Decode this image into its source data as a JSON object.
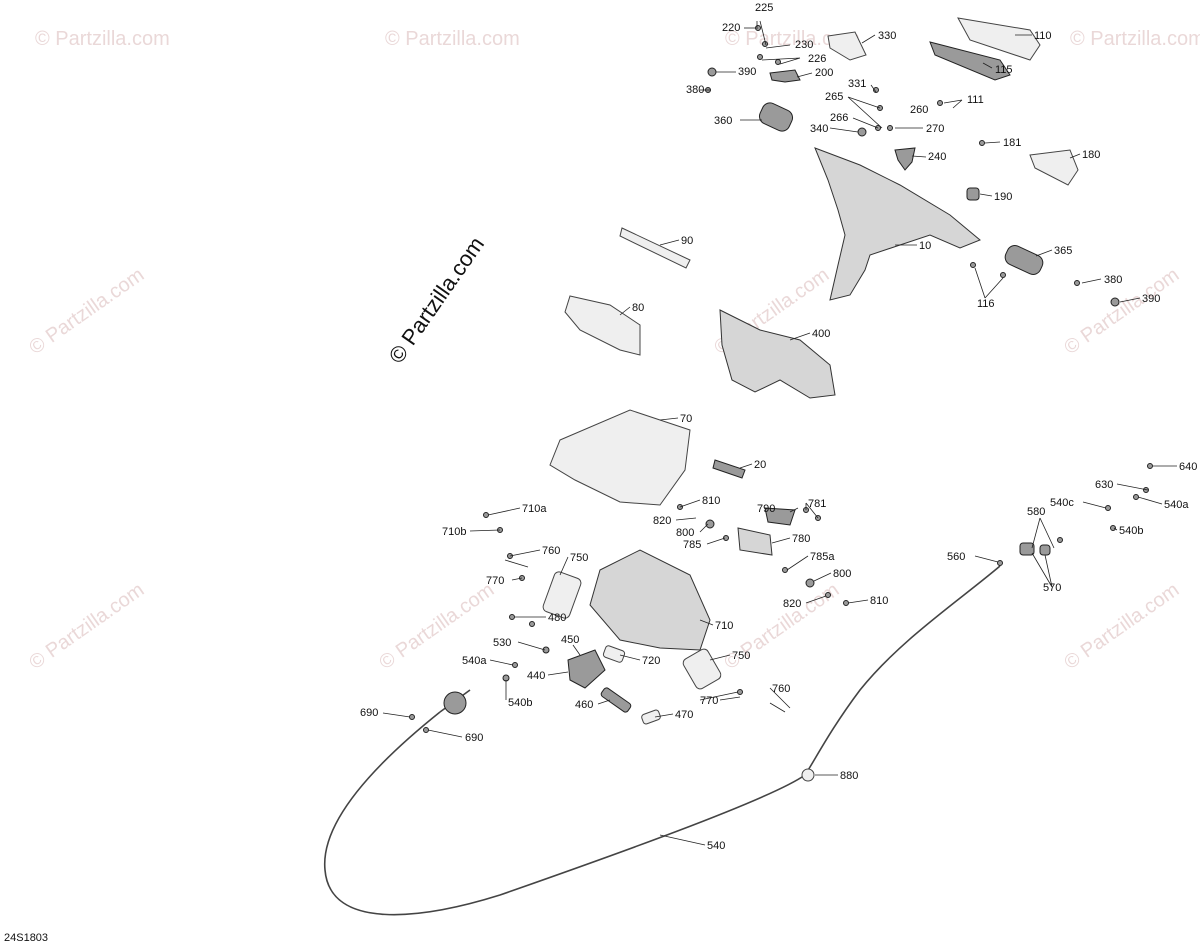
{
  "watermark": {
    "main": "© Partzilla.com",
    "tile": "© Partzilla.com"
  },
  "diagram_code": "24S1803",
  "labels": [
    {
      "id": "225",
      "text": "225"
    },
    {
      "id": "220",
      "text": "220"
    },
    {
      "id": "230",
      "text": "230"
    },
    {
      "id": "226",
      "text": "226"
    },
    {
      "id": "390a",
      "text": "390"
    },
    {
      "id": "200",
      "text": "200"
    },
    {
      "id": "380a",
      "text": "380"
    },
    {
      "id": "330",
      "text": "330"
    },
    {
      "id": "110",
      "text": "110"
    },
    {
      "id": "115",
      "text": "115"
    },
    {
      "id": "331",
      "text": "331"
    },
    {
      "id": "265",
      "text": "265"
    },
    {
      "id": "260",
      "text": "260"
    },
    {
      "id": "111",
      "text": "111"
    },
    {
      "id": "266",
      "text": "266"
    },
    {
      "id": "360",
      "text": "360"
    },
    {
      "id": "340",
      "text": "340"
    },
    {
      "id": "270",
      "text": "270"
    },
    {
      "id": "181",
      "text": "181"
    },
    {
      "id": "180",
      "text": "180"
    },
    {
      "id": "240",
      "text": "240"
    },
    {
      "id": "190",
      "text": "190"
    },
    {
      "id": "90",
      "text": "90"
    },
    {
      "id": "10",
      "text": "10"
    },
    {
      "id": "365",
      "text": "365"
    },
    {
      "id": "380b",
      "text": "380"
    },
    {
      "id": "116",
      "text": "116"
    },
    {
      "id": "390b",
      "text": "390"
    },
    {
      "id": "80",
      "text": "80"
    },
    {
      "id": "400",
      "text": "400"
    },
    {
      "id": "70",
      "text": "70"
    },
    {
      "id": "20",
      "text": "20"
    },
    {
      "id": "640",
      "text": "640"
    },
    {
      "id": "630",
      "text": "630"
    },
    {
      "id": "540c",
      "text": "540c"
    },
    {
      "id": "540a1",
      "text": "540a"
    },
    {
      "id": "810a",
      "text": "810"
    },
    {
      "id": "790",
      "text": "790"
    },
    {
      "id": "781",
      "text": "781"
    },
    {
      "id": "710a",
      "text": "710a"
    },
    {
      "id": "820a",
      "text": "820"
    },
    {
      "id": "580",
      "text": "580"
    },
    {
      "id": "540b1",
      "text": "540b"
    },
    {
      "id": "710b",
      "text": "710b"
    },
    {
      "id": "800a",
      "text": "800"
    },
    {
      "id": "785",
      "text": "785"
    },
    {
      "id": "780",
      "text": "780"
    },
    {
      "id": "760a",
      "text": "760"
    },
    {
      "id": "750a",
      "text": "750"
    },
    {
      "id": "785a",
      "text": "785a"
    },
    {
      "id": "560",
      "text": "560"
    },
    {
      "id": "770a",
      "text": "770"
    },
    {
      "id": "800b",
      "text": "800"
    },
    {
      "id": "570",
      "text": "570"
    },
    {
      "id": "480",
      "text": "480"
    },
    {
      "id": "820b",
      "text": "820"
    },
    {
      "id": "810b",
      "text": "810"
    },
    {
      "id": "710",
      "text": "710"
    },
    {
      "id": "530",
      "text": "530"
    },
    {
      "id": "450",
      "text": "450"
    },
    {
      "id": "750b",
      "text": "750"
    },
    {
      "id": "540a2",
      "text": "540a"
    },
    {
      "id": "720",
      "text": "720"
    },
    {
      "id": "440",
      "text": "440"
    },
    {
      "id": "760b",
      "text": "760"
    },
    {
      "id": "540b2",
      "text": "540b"
    },
    {
      "id": "770b",
      "text": "770"
    },
    {
      "id": "460",
      "text": "460"
    },
    {
      "id": "690a",
      "text": "690"
    },
    {
      "id": "470",
      "text": "470"
    },
    {
      "id": "690b",
      "text": "690"
    },
    {
      "id": "880",
      "text": "880"
    },
    {
      "id": "540",
      "text": "540"
    }
  ]
}
